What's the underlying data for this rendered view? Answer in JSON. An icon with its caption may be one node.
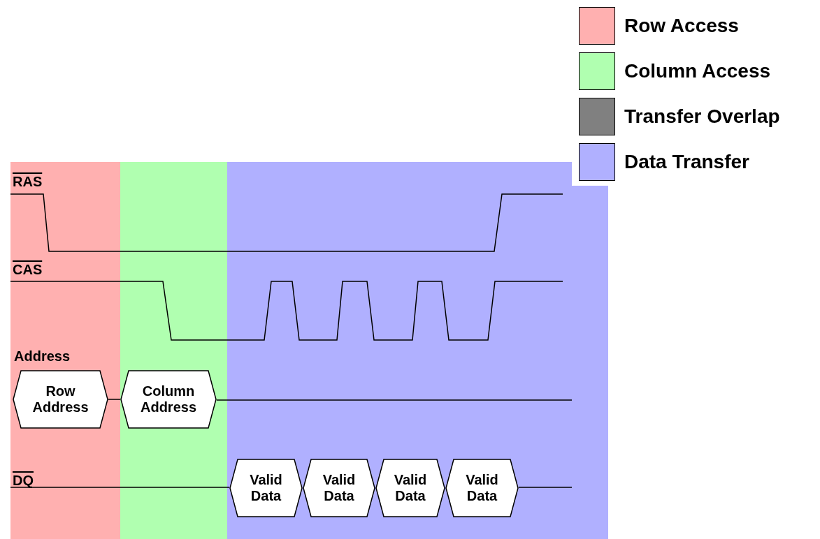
{
  "diagram": {
    "nodes": [
      {
        "text": [
          "Row Address"
        ]
      },
      {
        "text": [
          "Column Address"
        ]
      },
      {
        "text": [
          "Valid Data"
        ]
      },
      {
        "text": [
          "Valid Data"
        ]
      },
      {
        "text": [
          "Valid Data"
        ]
      },
      {
        "text": [
          "Valid Data"
        ]
      }
    ],
    "edges": [
      {
        "from": 0,
        "to": 1,
        "arrow": "none"
      }
    ],
    "labels": [
      "RAS",
      "CAS",
      "Address",
      "DQ"
    ],
    "legend": [
      {
        "text": "Row Access",
        "color": "#ffb0b0"
      },
      {
        "text": "Column Access",
        "color": "#b0ffb0"
      },
      {
        "text": "Transfer Overlap",
        "color": "#808080"
      },
      {
        "text": "Data Transfer",
        "color": "#b0b0ff"
      }
    ]
  }
}
